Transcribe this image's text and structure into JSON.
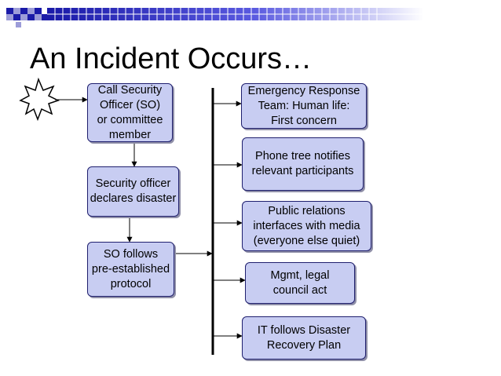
{
  "slide": {
    "title": "An Incident Occurs…"
  },
  "left_column": [
    {
      "label": "Call Security\nOfficer (SO)\nor committee\nmember"
    },
    {
      "label": "Security officer\ndeclares disaster"
    },
    {
      "label": "SO follows\npre-established\nprotocol"
    }
  ],
  "right_column": [
    {
      "label": "Emergency Response\nTeam:  Human life:\nFirst concern"
    },
    {
      "label": "Phone tree notifies\nrelevant participants"
    },
    {
      "label": "Public relations\ninterfaces with media\n(everyone else quiet)"
    },
    {
      "label": "Mgmt, legal\ncouncil act"
    },
    {
      "label": "IT follows Disaster\nRecovery Plan"
    }
  ],
  "colors": {
    "box_fill": "#c8cdf2",
    "box_border": "#1f1f6e",
    "banner": "#1a1aa8"
  },
  "icons": {
    "incident": "starburst-icon"
  }
}
